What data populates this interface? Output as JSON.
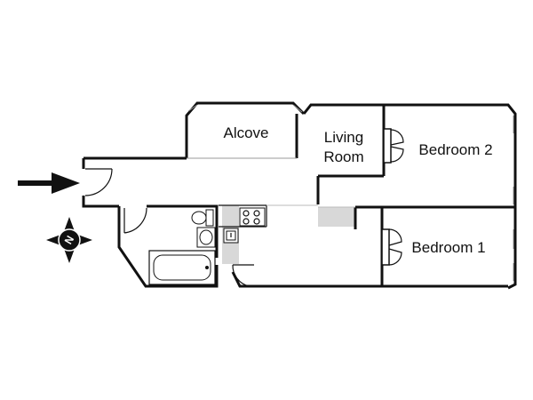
{
  "rooms": {
    "alcove": "Alcove",
    "living_line1": "Living",
    "living_line2": "Room",
    "bedroom2": "Bedroom 2",
    "bedroom1": "Bedroom 1"
  },
  "compass": {
    "letter": "N"
  },
  "colors": {
    "wall": "#111111",
    "floor_highlight": "#d8d8d8",
    "fixture_fill": "#ffffff"
  }
}
